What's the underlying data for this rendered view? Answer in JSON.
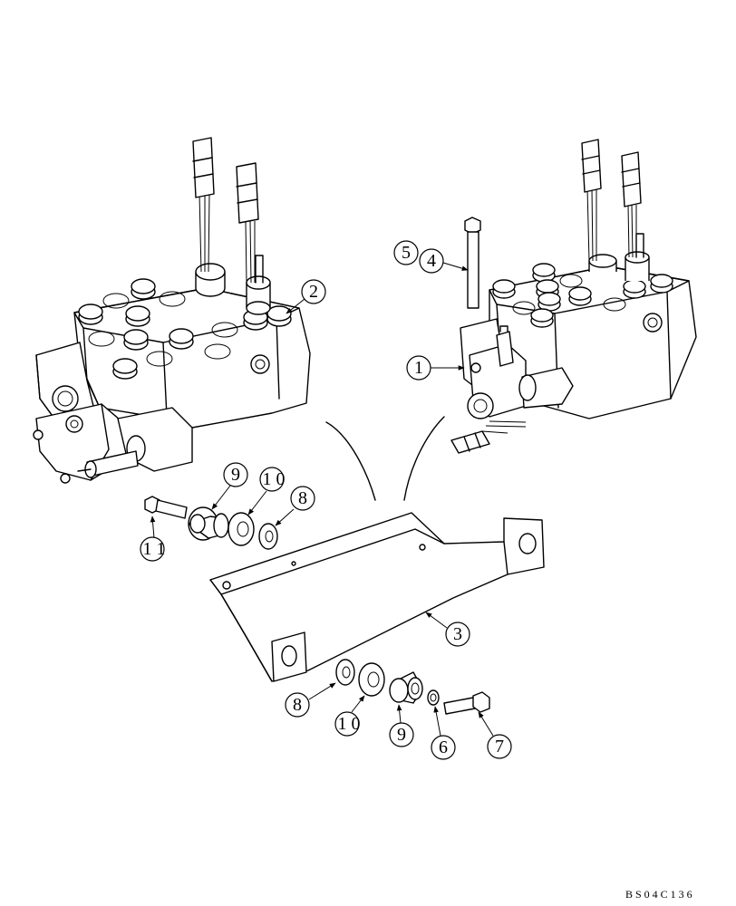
{
  "callouts": {
    "c1": "1",
    "c2": "2",
    "c3": "3",
    "c5": "5",
    "c4": "4",
    "c9a": "9",
    "c10a": "1 0",
    "c8a": "8",
    "c11": "1 1",
    "c8b": "8",
    "c10b": "1 0",
    "c9b": "9",
    "c6": "6",
    "c7": "7"
  },
  "drawing_code": "BS04C136"
}
